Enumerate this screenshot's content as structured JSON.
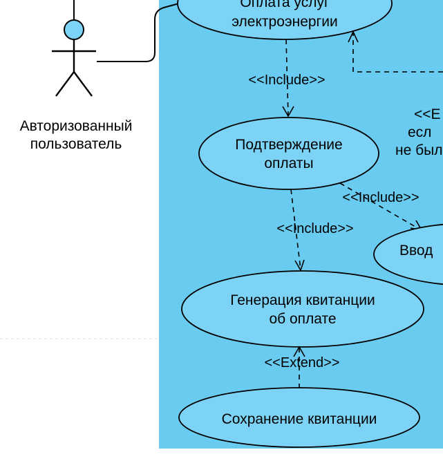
{
  "diagram": {
    "colors": {
      "boundary_fill": "#69cbf0",
      "shape_fill": "#7dd3f5",
      "stroke": "#000000",
      "page_guide": "#dcdcdc"
    },
    "actor": {
      "label": [
        "Авторизованный",
        "пользователь"
      ]
    },
    "use_cases": {
      "payment": [
        "Оплата услуг",
        "электроэнергии"
      ],
      "confirmation": [
        "Подтверждение",
        "оплаты"
      ],
      "input": [
        "Ввод"
      ],
      "receipt": [
        "Генерация квитанции",
        "об оплате"
      ],
      "save": [
        "Сохранение квитанции"
      ]
    },
    "edge_labels": {
      "include_payment_confirmation": "<<Include>>",
      "include_confirmation_input": "<<Include>>",
      "include_confirmation_receipt": "<<Include>>",
      "extend_save_receipt": "<<Extend>>"
    },
    "note_fragments": [
      "<<E",
      "есл",
      "не был"
    ]
  }
}
